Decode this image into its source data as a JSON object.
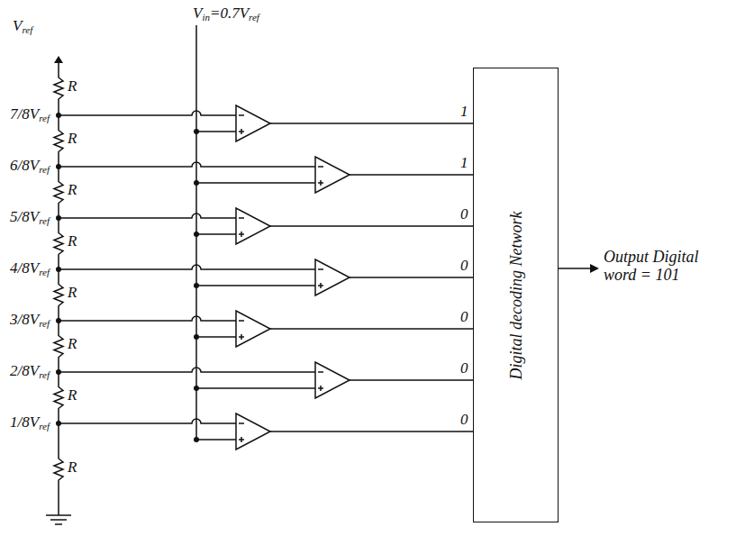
{
  "diagram": {
    "nodes": [
      {
        "text": [
          "Digital decoding Network"
        ]
      }
    ],
    "labels": [
      "Vref",
      "Vin=0.7Vref",
      "7/8Vref",
      "6/8Vref",
      "5/8Vref",
      "4/8Vref",
      "3/8Vref",
      "2/8Vref",
      "1/8Vref",
      "R",
      "R",
      "R",
      "R",
      "R",
      "R",
      "R",
      "R",
      "1",
      "1",
      "0",
      "0",
      "0",
      "0",
      "0",
      "Output Digital word = 101"
    ]
  }
}
